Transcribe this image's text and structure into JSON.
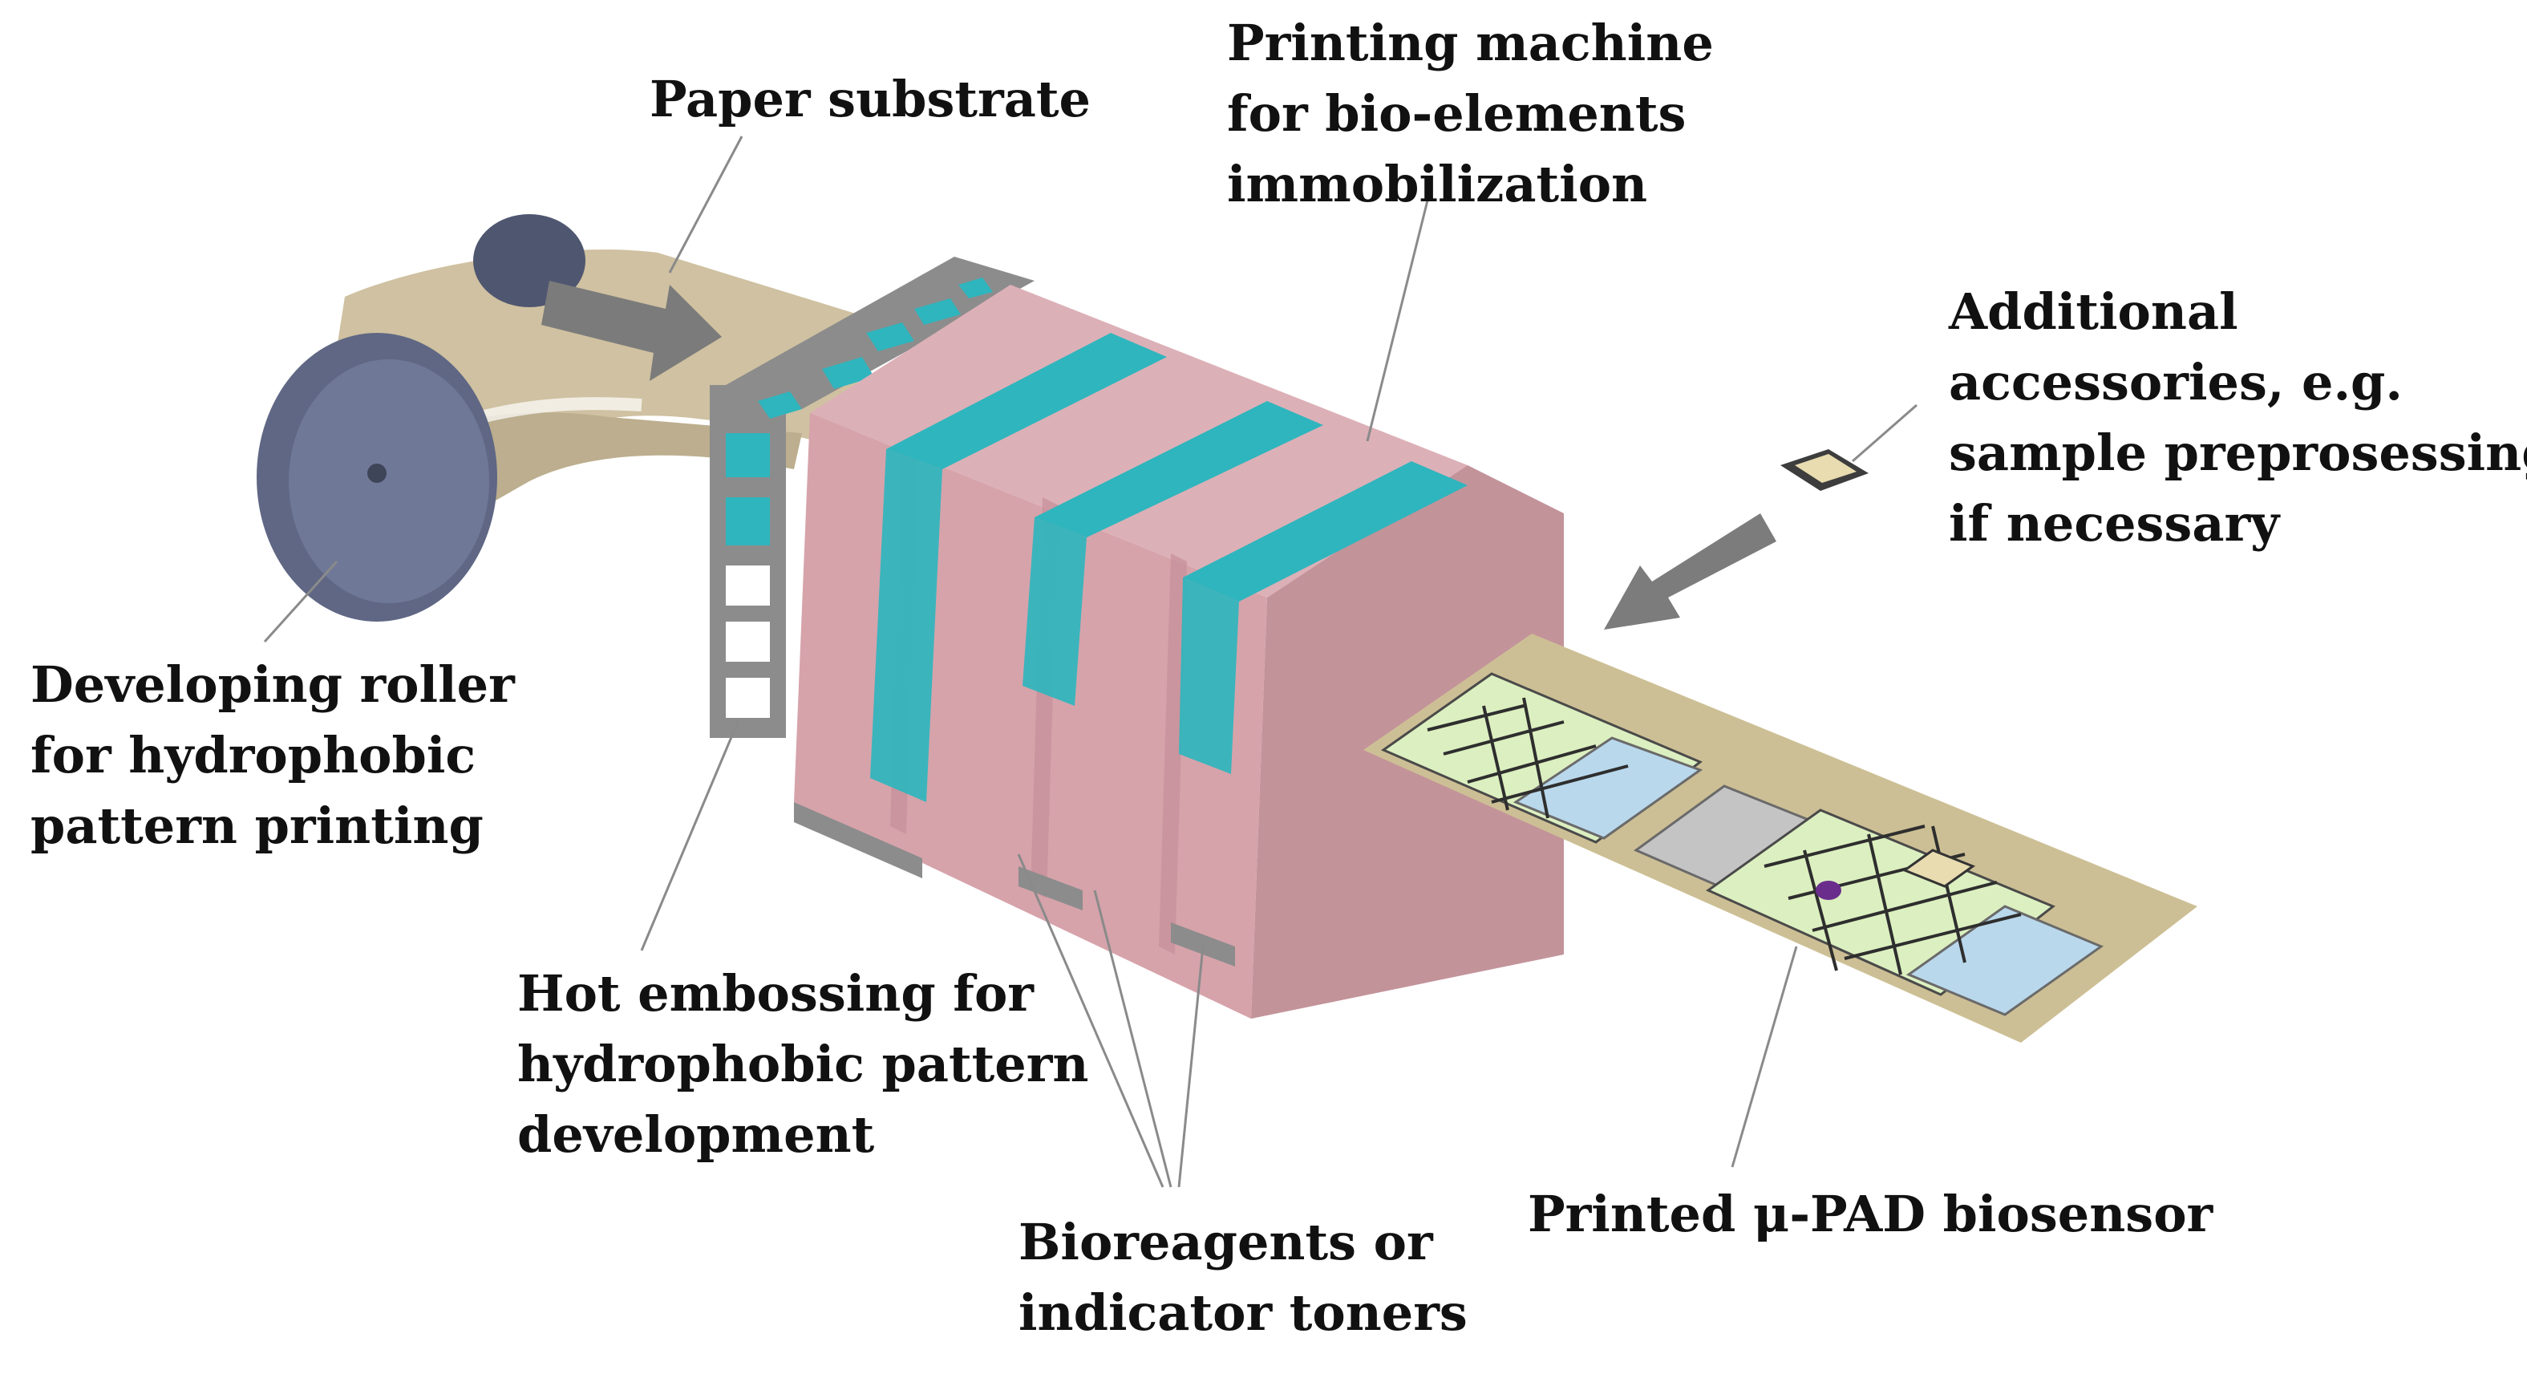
{
  "labels": {
    "paper_substrate": "Paper substrate",
    "printing_machine": [
      "Printing machine",
      "for bio-elements",
      "immobilization"
    ],
    "accessories": [
      "Additional",
      "accessories, e.g.",
      "sample preprosessing",
      "if necessary"
    ],
    "developing_roller": [
      "Developing roller",
      "for hydrophobic",
      "pattern printing"
    ],
    "hot_embossing": [
      "Hot embossing for",
      "hydrophobic pattern",
      "development"
    ],
    "bioreagents": [
      "Bioreagents or",
      "indicator toners"
    ],
    "printed_pad": "Printed μ-PAD biosensor"
  },
  "colors": {
    "housing": "#d6a3ab",
    "housing_dark": "#c3939a",
    "cyan_band": "#2fb5bd",
    "frame": "#8c8c8c",
    "paper": "#cfc1a1",
    "roller": "#5f6784",
    "pad_green": "#dcefc0",
    "pad_blue": "#b9d8ec",
    "arrow": "#7c7c7c",
    "leader": "#8a8a8a"
  }
}
